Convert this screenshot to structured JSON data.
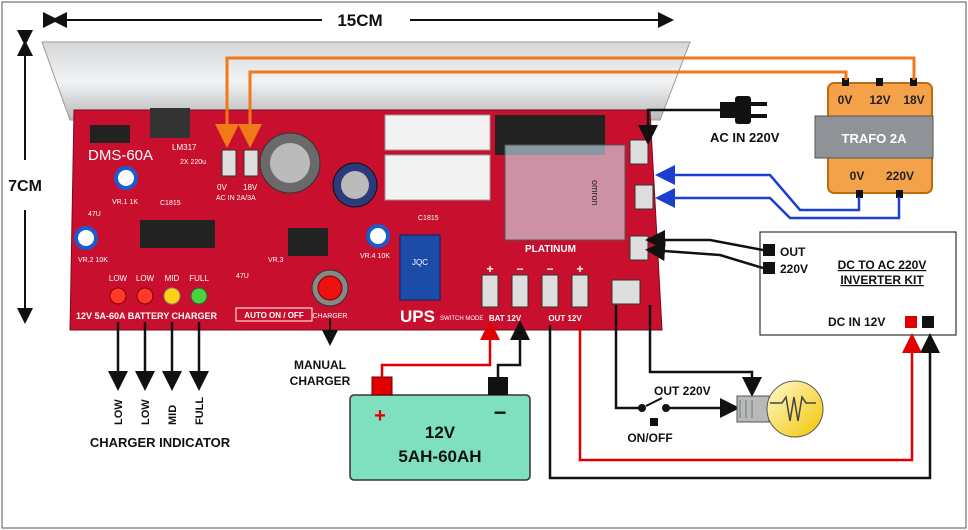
{
  "dimensions": {
    "width": "15CM",
    "height": "7CM"
  },
  "pcb": {
    "model": "DMS-60A",
    "regulator": "LM317",
    "cap_label": "2X 220u",
    "ac_in_line1": "0V",
    "ac_in_line2": "18V",
    "ac_in_line3": "AC IN 2A/3A",
    "vr1": "VR.1 1K",
    "vr2": "VR.2 10K",
    "vr3": "VR.3",
    "vr4": "VR.4 10K",
    "c1815_a": "C1815",
    "c1815_b": "C1815",
    "cap_47u_a": "47U",
    "cap_47u_b": "47U",
    "led_low1": "LOW",
    "led_low2": "LOW",
    "led_mid": "MID",
    "led_full": "FULL",
    "spec_label": "12V 5A-60A  BATTERY CHARGER",
    "auto_label": "AUTO ON / OFF",
    "charger_btn": "CHARGER",
    "ups_title": "UPS",
    "switch_mode": "SWITCH MODE",
    "bat_label": "BAT 12V",
    "out_label": "OUT 12V",
    "relay_brand": "PLATINUM",
    "relay_text": "omron",
    "relay2_text": "JQC",
    "terminal_marks": [
      "+",
      "−",
      "−",
      "+"
    ]
  },
  "trafo": {
    "title": "TRAFO 2A",
    "top_terminals": [
      "0V",
      "12V",
      "18V"
    ],
    "bottom_terminals": [
      "0V",
      "220V"
    ]
  },
  "ac_in": "AC IN 220V",
  "inverter": {
    "out_label_1": "OUT",
    "out_label_2": "220V",
    "title_1": "DC TO AC 220V",
    "title_2": "INVERTER KIT",
    "dc_in": "DC IN 12V"
  },
  "battery": {
    "plus": "+",
    "minus": "−",
    "line1": "12V",
    "line2": "5AH-60AH"
  },
  "manual_charger": {
    "line1": "MANUAL",
    "line2": "CHARGER"
  },
  "indicator_labels": [
    "LOW",
    "LOW",
    "MID",
    "FULL"
  ],
  "charger_indicator": "CHARGER INDICATOR",
  "out_220v": "OUT 220V",
  "switch_label": "ON/OFF",
  "colors": {
    "pcb_red": "#c8102e",
    "orange_wire": "#f07a1a",
    "blue_wire": "#1a3fd0",
    "red_wire": "#e00000",
    "battery_green": "#7fe0c0",
    "trafo_orange": "#f4a24a"
  }
}
